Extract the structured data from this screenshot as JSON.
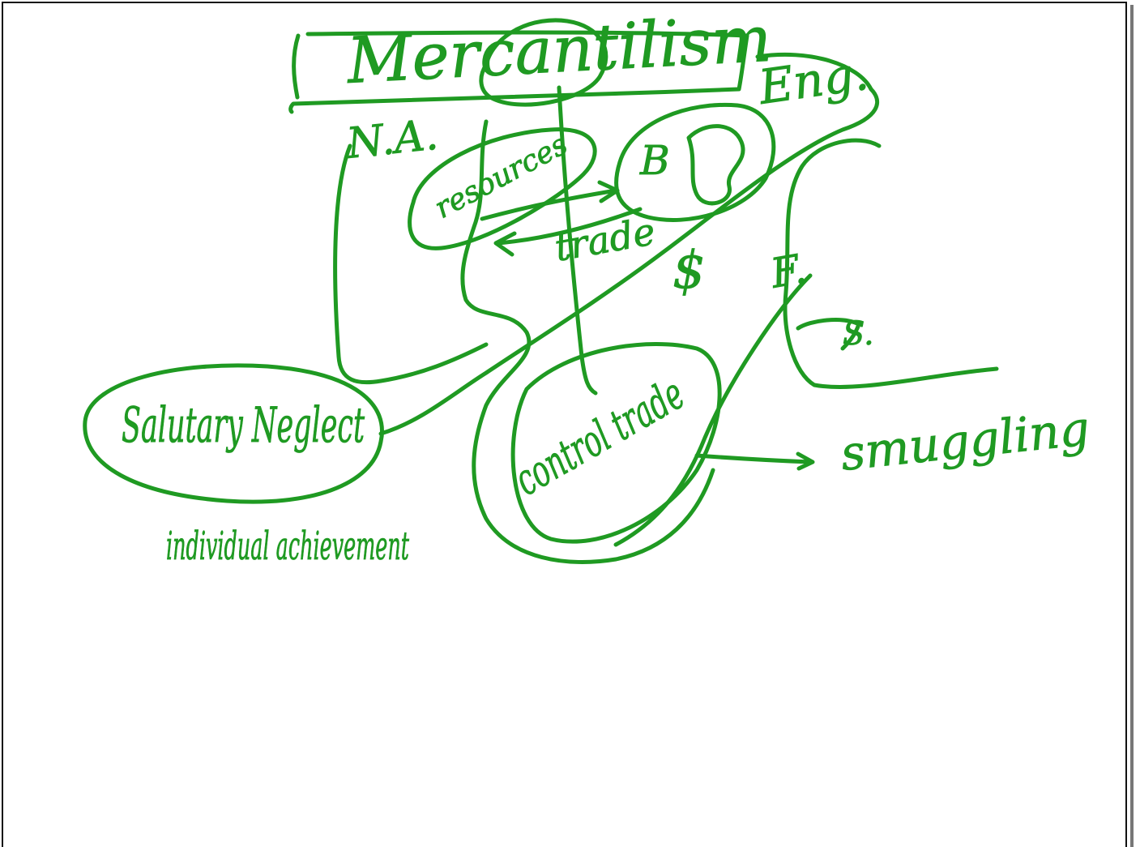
{
  "board": {
    "ink_color": "#1f9a22",
    "labels": {
      "title": "Mercantilism",
      "england": "Eng.",
      "north_america": "N.A.",
      "resources": "resources",
      "britain": "B",
      "trade": "trade",
      "dollar": "$",
      "france": "F.",
      "spain": "S.",
      "salutary_neglect": "Salutary Neglect",
      "individual_achievement": "individual achievement",
      "control_trade": "control trade",
      "smuggling": "smuggling"
    }
  }
}
